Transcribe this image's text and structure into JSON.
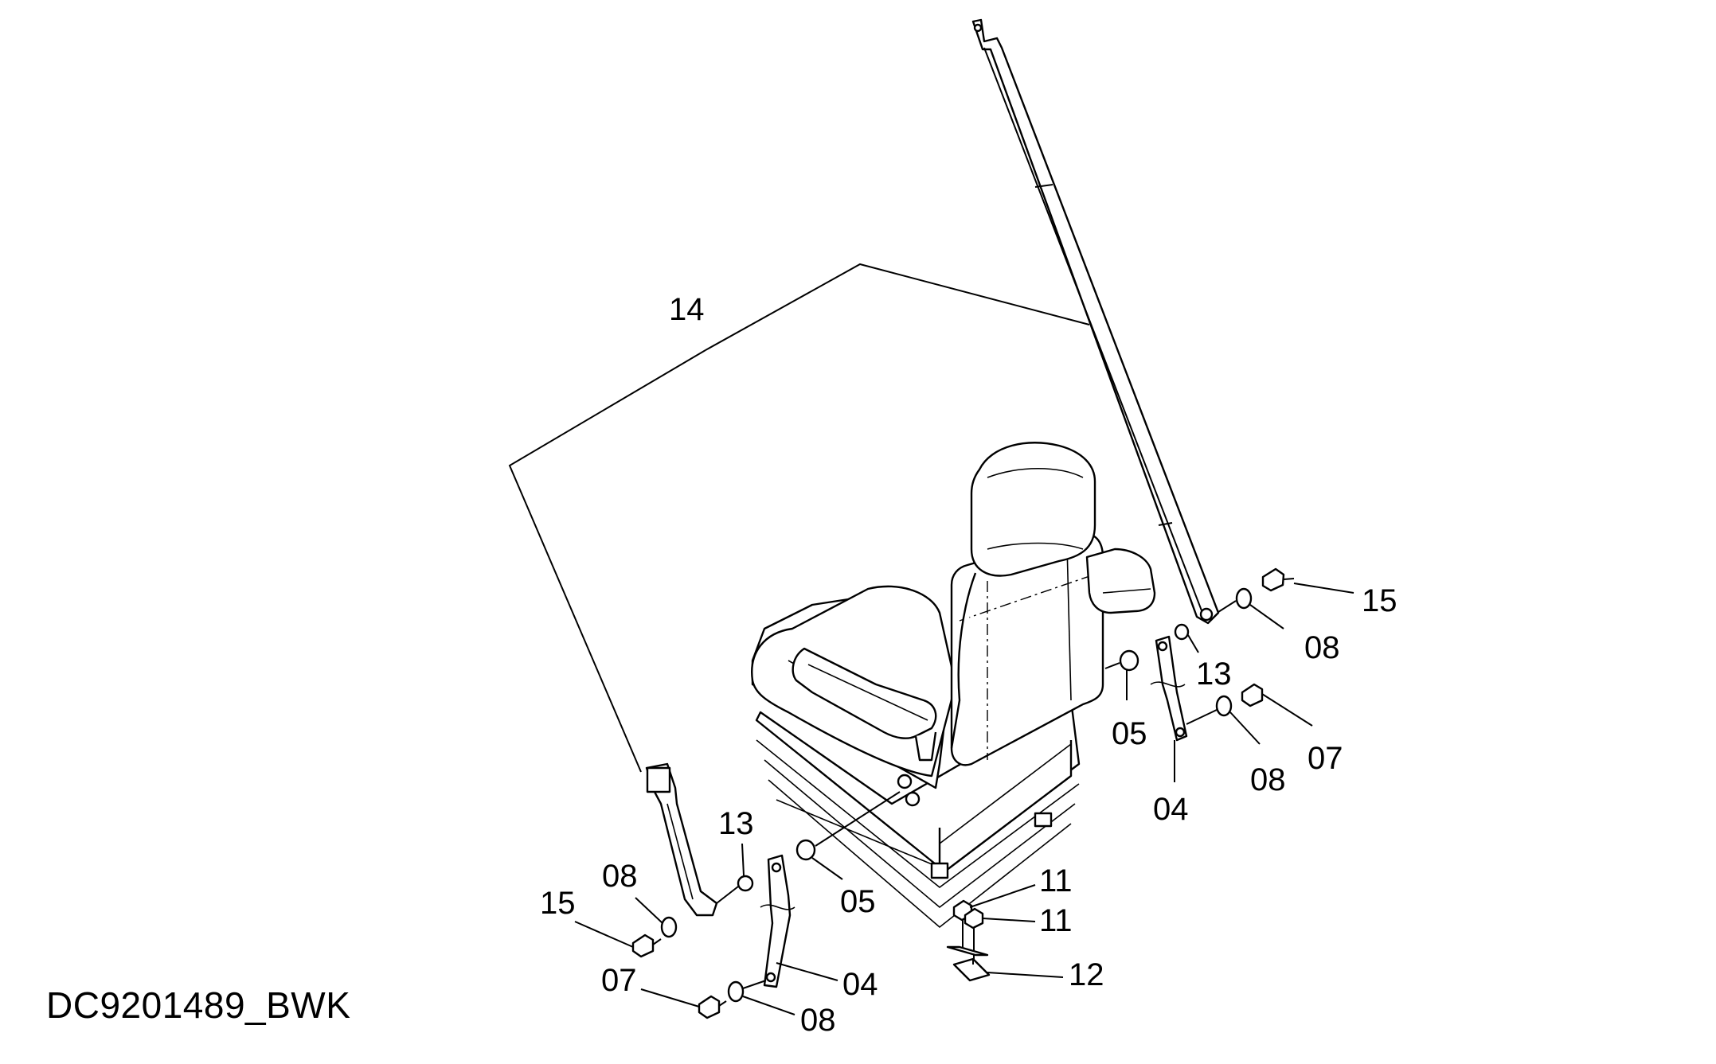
{
  "drawing_id": "DC9201489_BWK",
  "callouts": {
    "c14": "14",
    "c15_right": "15",
    "c08_right_top": "08",
    "c13_right": "13",
    "c05_right": "05",
    "c07_right": "07",
    "c08_right_bottom": "08",
    "c04_right": "04",
    "c13_left": "13",
    "c05_left": "05",
    "c08_left_top": "08",
    "c15_left": "15",
    "c04_left": "04",
    "c07_left": "07",
    "c08_left_bottom": "08",
    "c11_top": "11",
    "c11_bottom": "11",
    "c12": "12"
  }
}
